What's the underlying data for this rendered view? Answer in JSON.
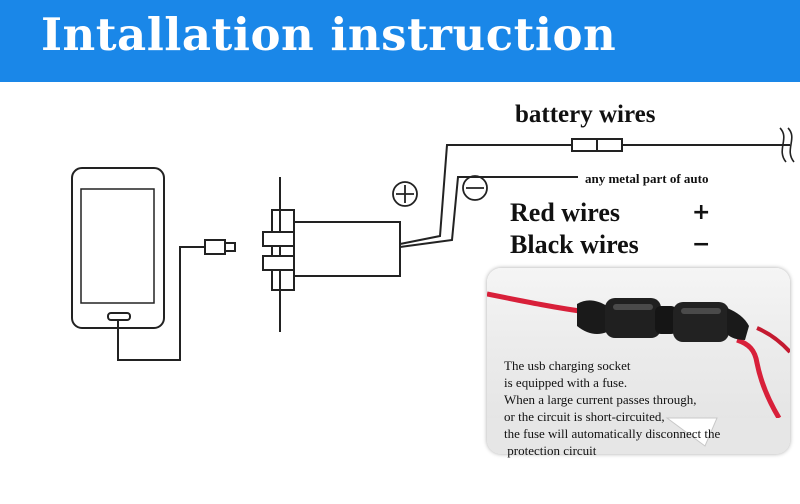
{
  "header": {
    "title": "Intallation instruction"
  },
  "labels": {
    "battery_wires": "battery wires",
    "metal_part": "any metal part of auto",
    "red_wires": "Red wires",
    "black_wires": "Black wires",
    "plus_symbol": "+",
    "minus_symbol": "−"
  },
  "note": {
    "lines": [
      "The usb charging socket",
      "is equipped with a fuse.",
      "When a large current passes through,",
      "or the circuit is short-circuited,",
      "the fuse will automatically disconnect the",
      " protection circuit"
    ]
  },
  "colors": {
    "banner": "#1a87e8",
    "red_wire": "#d8203a",
    "fuse_holder": "#1a1a1a"
  }
}
